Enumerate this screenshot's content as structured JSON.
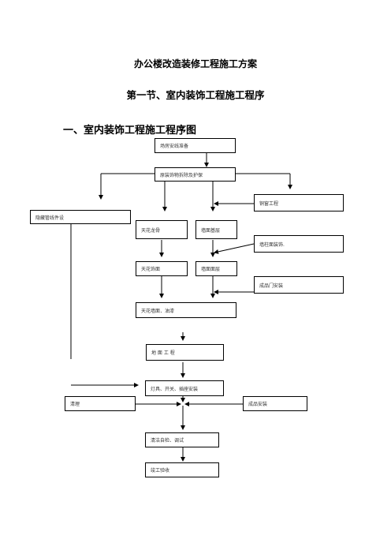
{
  "document": {
    "title": "办公楼改造装修工程施工方案",
    "section": "第一节、室内装饰工程施工程序",
    "subsection": "一、室内装饰工程施工程序图"
  },
  "flowchart": {
    "nodes": {
      "prep": "场房安线准备",
      "demolition": "原装饰物拆除及护保",
      "door_window": "铜窗工程",
      "hidden_pipes": "隐藏管线件设",
      "ceiling_keel": "天花龙骨",
      "wall_base": "墙面基层",
      "wall_decor": "墙柱面装饰.",
      "ceiling_panel": "天花饰面",
      "wall_surface": "墙面面层",
      "finished_door": "成品门安装",
      "ceiling_paint": "天花墙面．油漆",
      "floor": "地 面 工 程",
      "lighting": "灯具、开关、插座安装",
      "cleaning": "清理",
      "finished_install": "成品安装",
      "self_check": "清洁自检、调试",
      "acceptance": "竣工验收"
    }
  }
}
